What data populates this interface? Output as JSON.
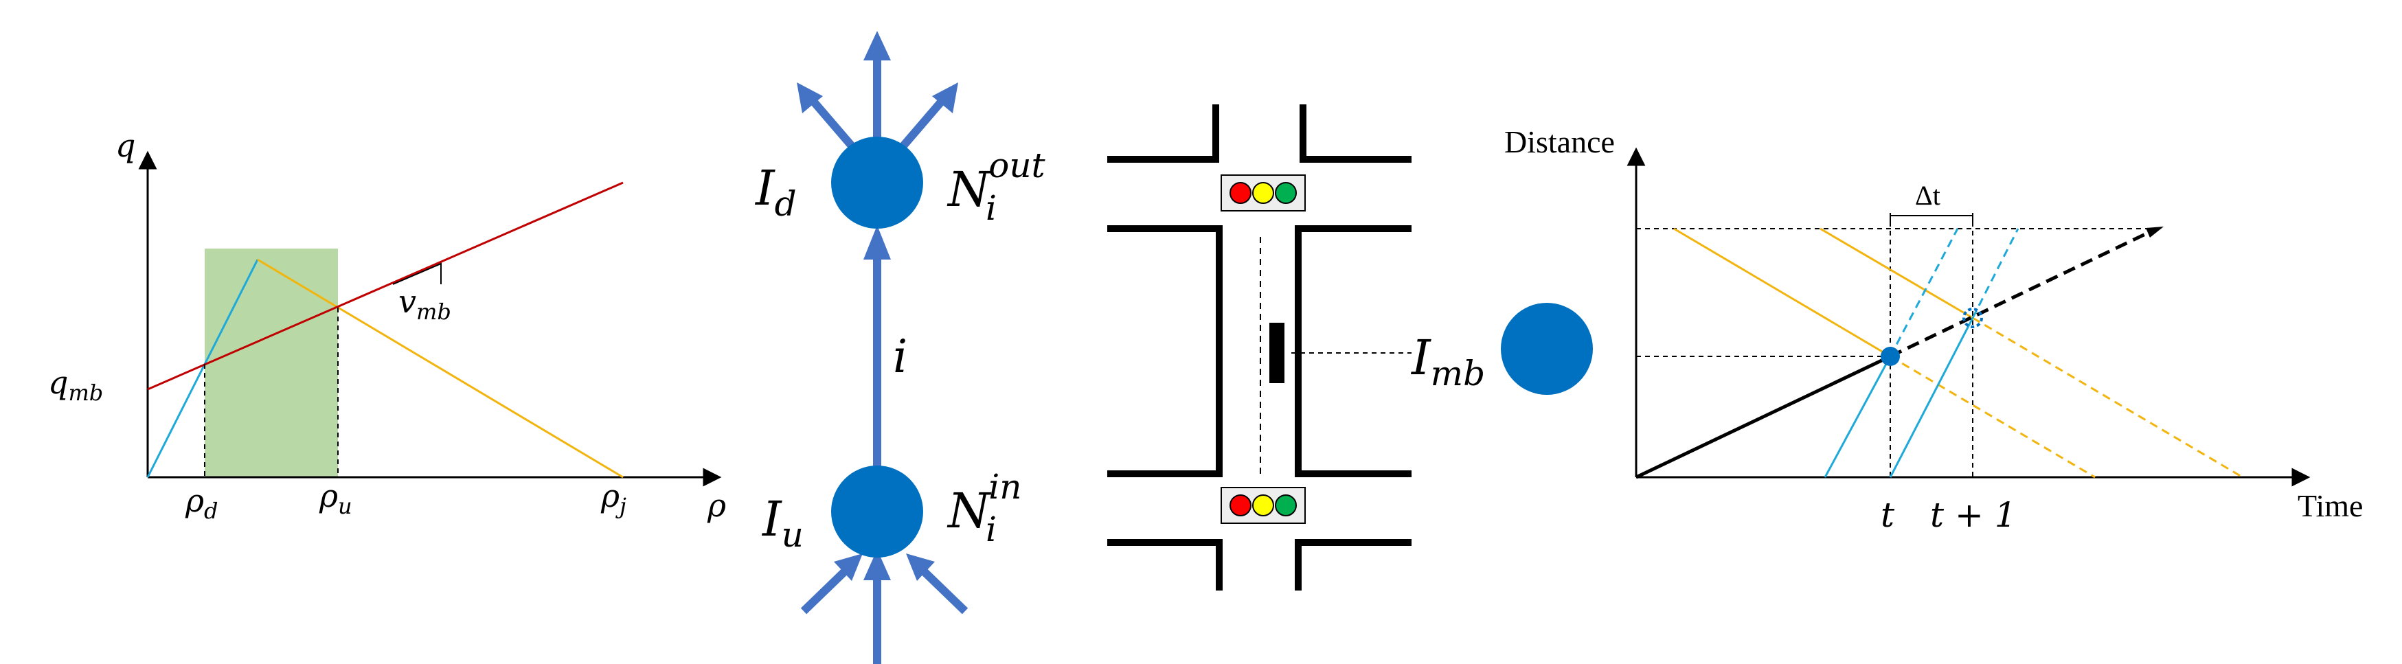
{
  "fd_panel": {
    "y_axis_label": "q",
    "x_axis_label": "ρ",
    "q_mb_label": "q",
    "q_mb_sub": "mb",
    "rho_d_label": "ρ",
    "rho_d_sub": "d",
    "rho_u_label": "ρ",
    "rho_u_sub": "u",
    "rho_j_label": "ρ",
    "rho_j_sub": "j",
    "v_mb_label": "v",
    "v_mb_sub": "mb",
    "colors": {
      "mb_line": "#c00000",
      "free_flow": "#1fa9d9",
      "congested": "#f2b50f",
      "shade": "#b8d9a6"
    }
  },
  "network_panel": {
    "link_label": "i",
    "down_node_label": "I",
    "down_node_sub": "d",
    "up_node_label": "I",
    "up_node_sub": "u",
    "n_out_label": "N",
    "n_out_sub": "i",
    "n_out_sup": "out",
    "n_in_label": "N",
    "n_in_sub": "i",
    "n_in_sup": "in",
    "colors": {
      "arrow": "#4472c4",
      "node": "#0070c0"
    }
  },
  "intersection_panel": {
    "mb_label": "I",
    "mb_sub": "mb",
    "signal_colors": [
      "#ff0000",
      "#ffff00",
      "#00b050"
    ],
    "colors": {
      "node": "#0070c0"
    }
  },
  "trajectory_panel": {
    "y_axis_label": "Distance",
    "x_axis_label": "Time",
    "t_label": "t",
    "t1_label": "t + 1",
    "dt_label": "Δt",
    "colors": {
      "mb_trajectory": "#000000",
      "vehicle": "#1fa9d9",
      "wave": "#f2b50f",
      "point": "#0070c0"
    }
  }
}
